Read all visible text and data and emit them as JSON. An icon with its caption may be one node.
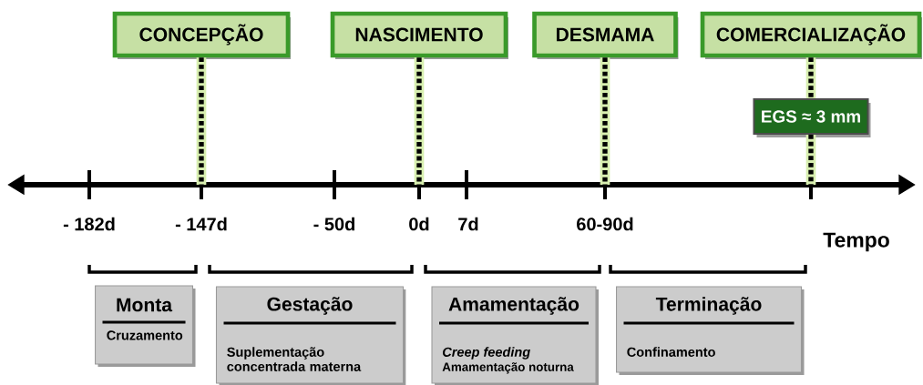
{
  "diagram": {
    "nodes": [
      {
        "text": [
          "CONCEPÇÃO"
        ]
      },
      {
        "text": [
          "NASCIMENTO"
        ]
      },
      {
        "text": [
          "DESMAMA"
        ]
      },
      {
        "text": [
          "COMERCIALIZAÇÃO"
        ]
      },
      {
        "text": [
          "EGS ≈ 3 mm"
        ]
      },
      {
        "text": [
          "Monta",
          "Cruzamento"
        ]
      },
      {
        "text": [
          "Gestação",
          "Suplementação concentrada materna"
        ]
      },
      {
        "text": [
          "Amamentação",
          "*Creep feeding*",
          "Amamentação noturna"
        ]
      },
      {
        "text": [
          "Terminação",
          "Confinamento"
        ]
      }
    ],
    "edges": [
      {
        "from": 0,
        "to": null,
        "arrow": "none"
      },
      {
        "from": 1,
        "to": null,
        "arrow": "none"
      },
      {
        "from": 2,
        "to": null,
        "arrow": "none"
      },
      {
        "from": 3,
        "to": 4,
        "arrow": "none"
      },
      {
        "from": 4,
        "to": null,
        "arrow": "none"
      }
    ],
    "labels": [
      "- 182d",
      "- 147d",
      "- 50d",
      "0d",
      "7d",
      "60-90d",
      "Tempo"
    ]
  }
}
